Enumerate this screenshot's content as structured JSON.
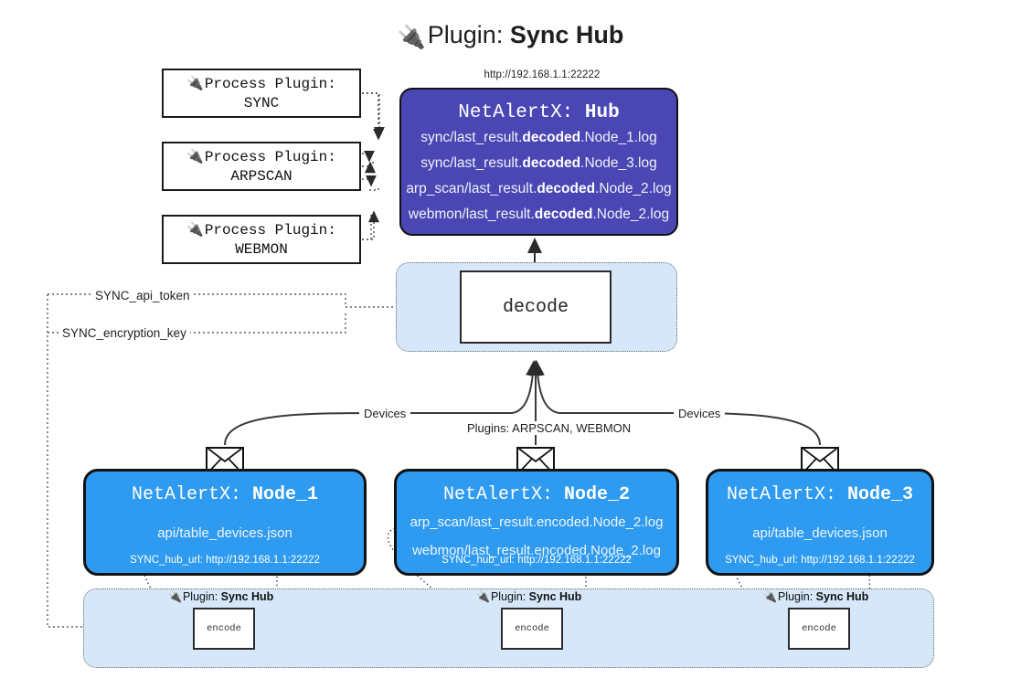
{
  "title": {
    "icon": "plug-icon",
    "label": "Plugin:",
    "name": "Sync Hub"
  },
  "process_plugins": [
    {
      "icon": "plug-icon",
      "line1": "Process Plugin:",
      "line2": "SYNC"
    },
    {
      "icon": "plug-icon",
      "line1": "Process Plugin:",
      "line2": "ARPSCAN"
    },
    {
      "icon": "plug-icon",
      "line1": "Process Plugin:",
      "line2": "WEBMON"
    }
  ],
  "hub": {
    "url": "http://192.168.1.1:22222",
    "title_prefix": "NetAlertX:",
    "title_name": "Hub",
    "logs": [
      {
        "pre": "sync/last_result.",
        "mid": "decoded",
        "post": ".Node_1.log"
      },
      {
        "pre": "sync/last_result.",
        "mid": "decoded",
        "post": ".Node_3.log"
      },
      {
        "pre": "arp_scan/last_result.",
        "mid": "decoded",
        "post": ".Node_2.log"
      },
      {
        "pre": "webmon/last_result.",
        "mid": "decoded",
        "post": ".Node_2.log"
      }
    ]
  },
  "decode": {
    "label": "decode"
  },
  "keys": {
    "api_token": "SYNC_api_token",
    "encryption_key": "SYNC_encryption_key"
  },
  "edge_labels": {
    "devices_left": "Devices",
    "devices_right": "Devices",
    "plugins": "Plugins: ARPSCAN, WEBMON"
  },
  "nodes": [
    {
      "title_prefix": "NetAlertX:",
      "title_name": "Node_1",
      "lines": [
        "api/table_devices.json"
      ],
      "hub_url": "SYNC_hub_url: http://192.168.1.1:22222",
      "envelope": "envelope-icon"
    },
    {
      "title_prefix": "NetAlertX:",
      "title_name": "Node_2",
      "lines": [
        "arp_scan/last_result.encoded.Node_2.log",
        "webmon/last_result.encoded.Node_2.log"
      ],
      "hub_url": "SYNC_hub_url: http://192.168.1.1:22222",
      "envelope": "envelope-icon"
    },
    {
      "title_prefix": "NetAlertX:",
      "title_name": "Node_3",
      "lines": [
        "api/table_devices.json"
      ],
      "hub_url": "SYNC_hub_url: http://192.168.1.1:22222",
      "envelope": "envelope-icon"
    }
  ],
  "encoders": [
    {
      "caption_label": "Plugin:",
      "caption_name": "Sync Hub",
      "box_label": "encode",
      "icon": "plug-icon"
    },
    {
      "caption_label": "Plugin:",
      "caption_name": "Sync Hub",
      "box_label": "encode",
      "icon": "plug-icon"
    },
    {
      "caption_label": "Plugin:",
      "caption_name": "Sync Hub",
      "box_label": "encode",
      "icon": "plug-icon"
    }
  ],
  "colors": {
    "hub": "#4a47b5",
    "node": "#2f9bf0",
    "container": "#d5e7f9",
    "stroke": "#111111"
  }
}
